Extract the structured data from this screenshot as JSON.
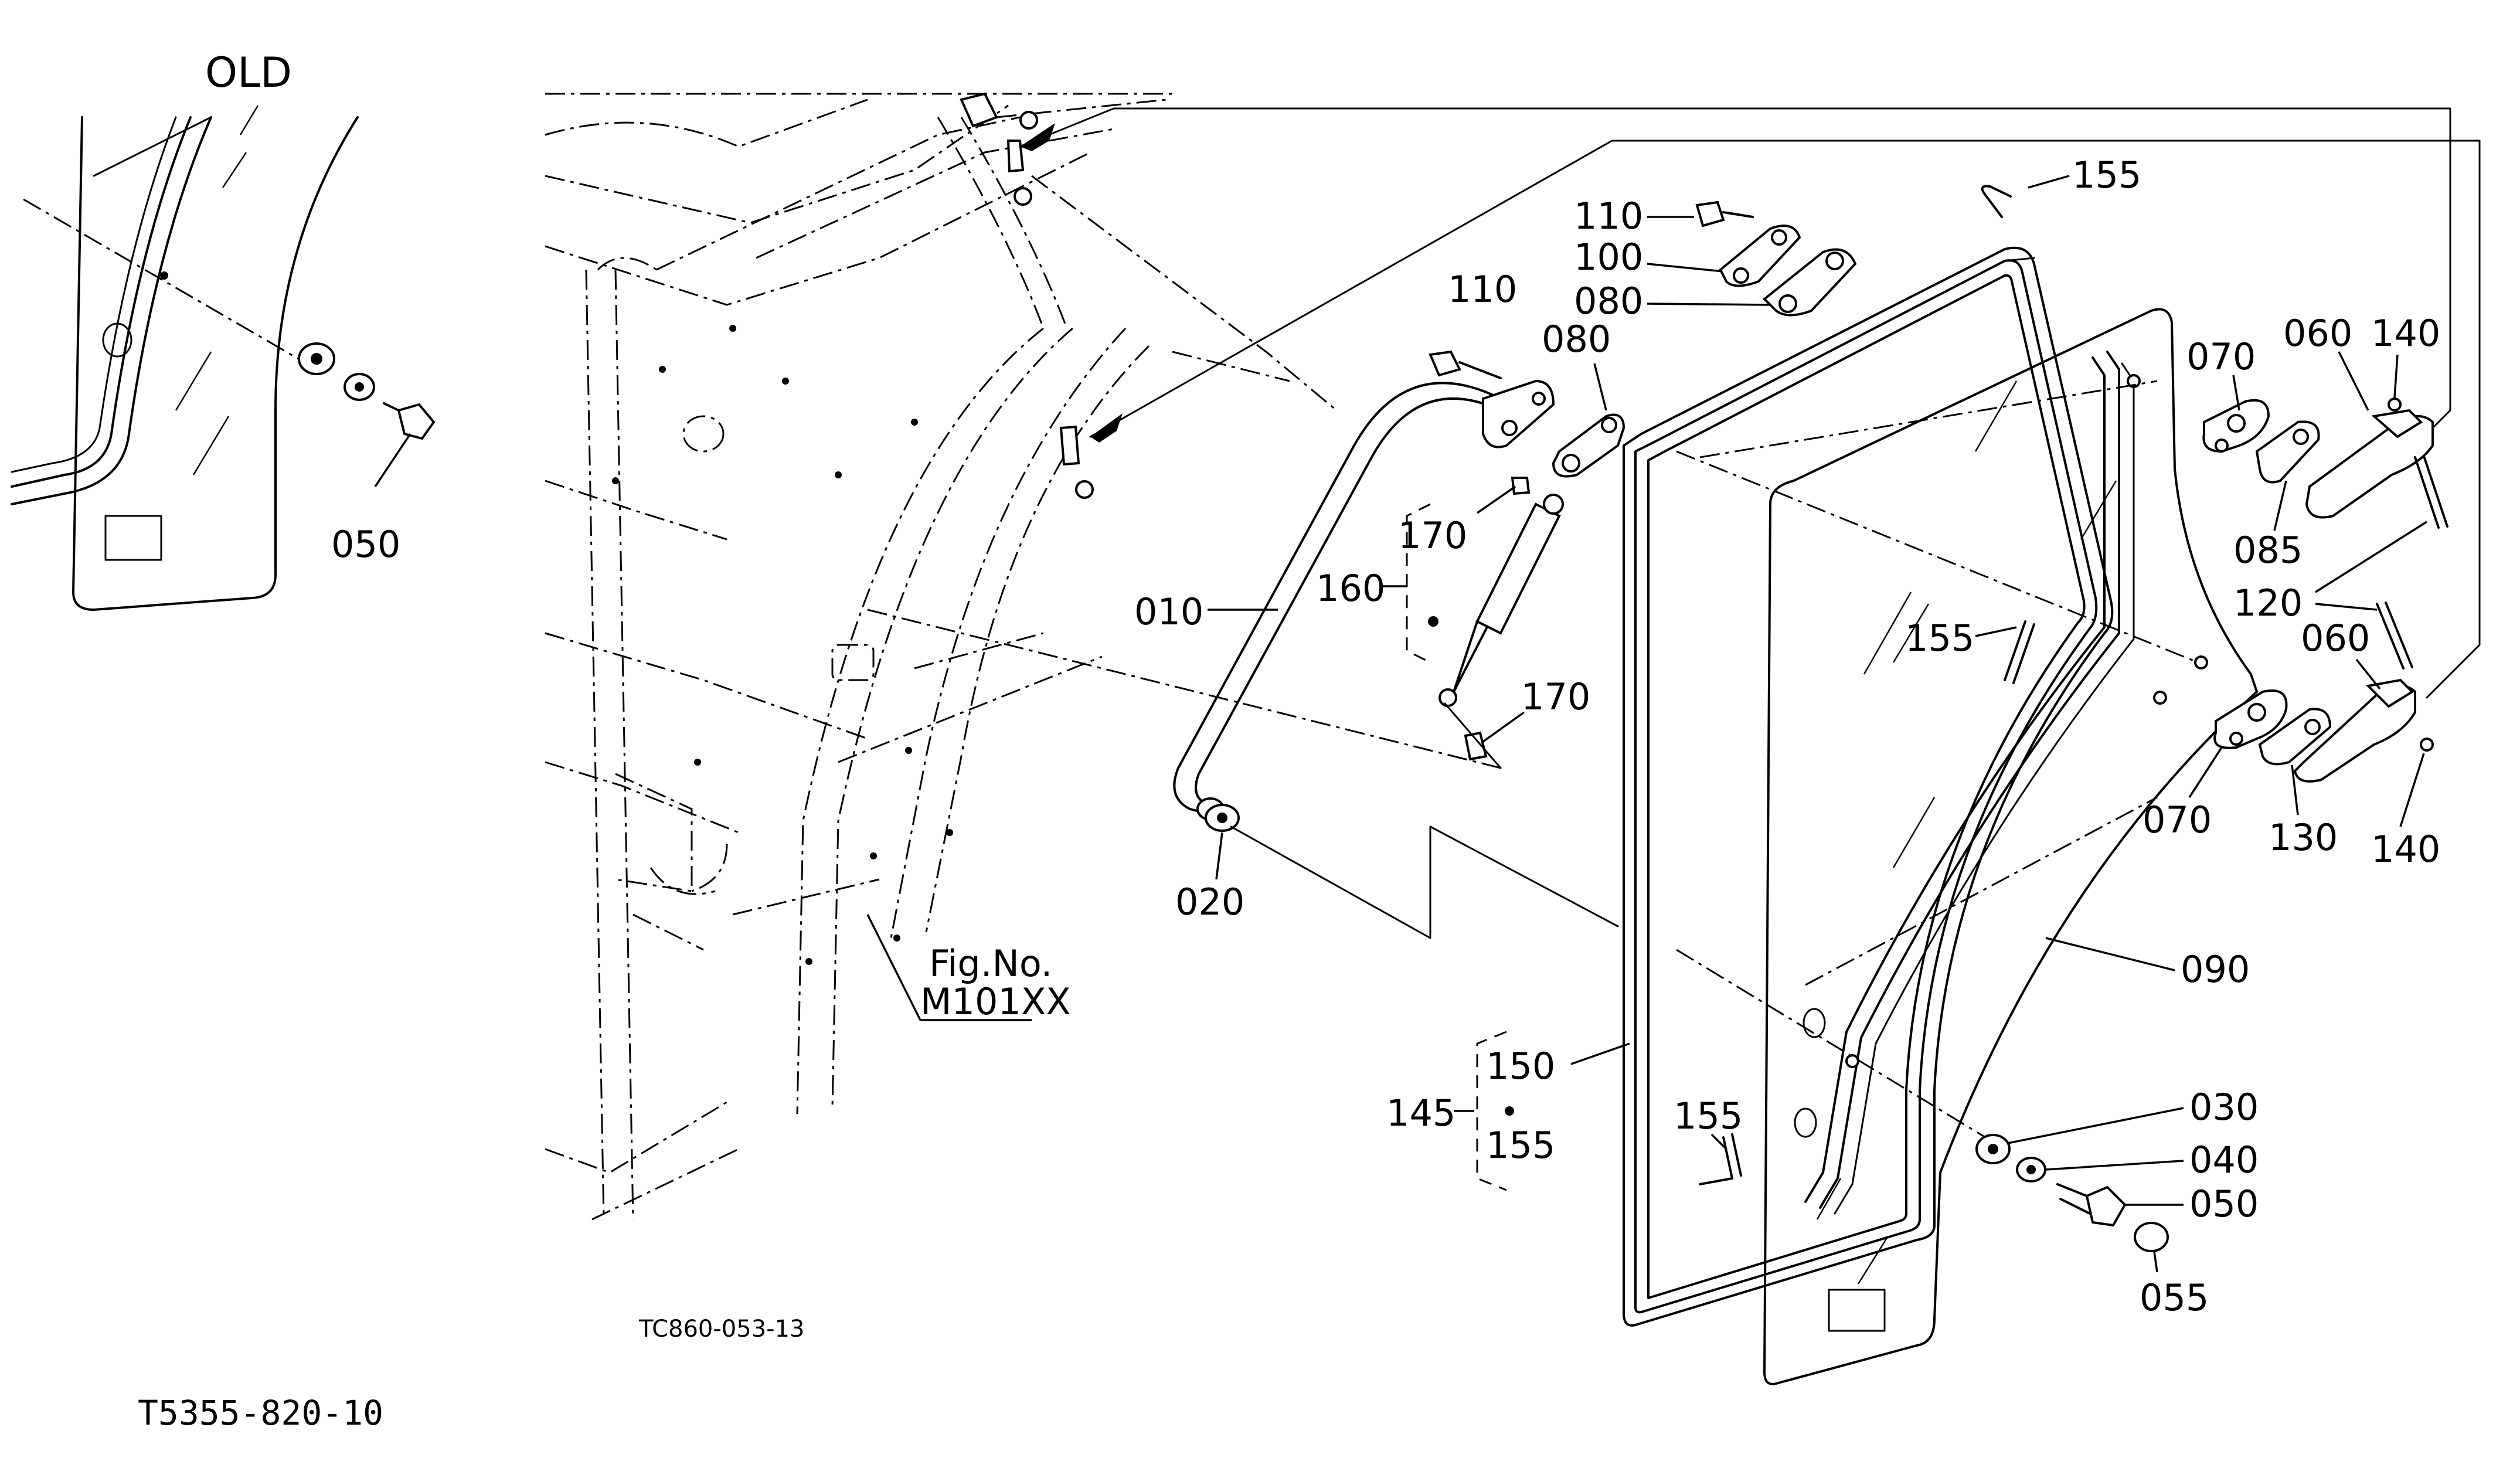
{
  "title": "OLD",
  "figure_code": "TC860-053-13",
  "drawing_code": "T5355-820-10",
  "figref": {
    "line1": "Fig.No.",
    "line2": "M101XX"
  },
  "labels": {
    "old_050": "050",
    "p110a": "110",
    "p100": "100",
    "p080a": "080",
    "p155a": "155",
    "p110b": "110",
    "p080b": "080",
    "p070a": "070",
    "p060a": "060",
    "p140a": "140",
    "p085": "085",
    "p120": "120",
    "p060b": "060",
    "p170a": "170",
    "p160": "160",
    "p010": "010",
    "p155b": "155",
    "p170b": "170",
    "p070b": "070",
    "p130": "130",
    "p140b": "140",
    "p020": "020",
    "p090": "090",
    "p150": "150",
    "p145": "145",
    "p155c": "155",
    "p155d": "155",
    "p030": "030",
    "p040": "040",
    "p050": "050",
    "p055": "055"
  }
}
